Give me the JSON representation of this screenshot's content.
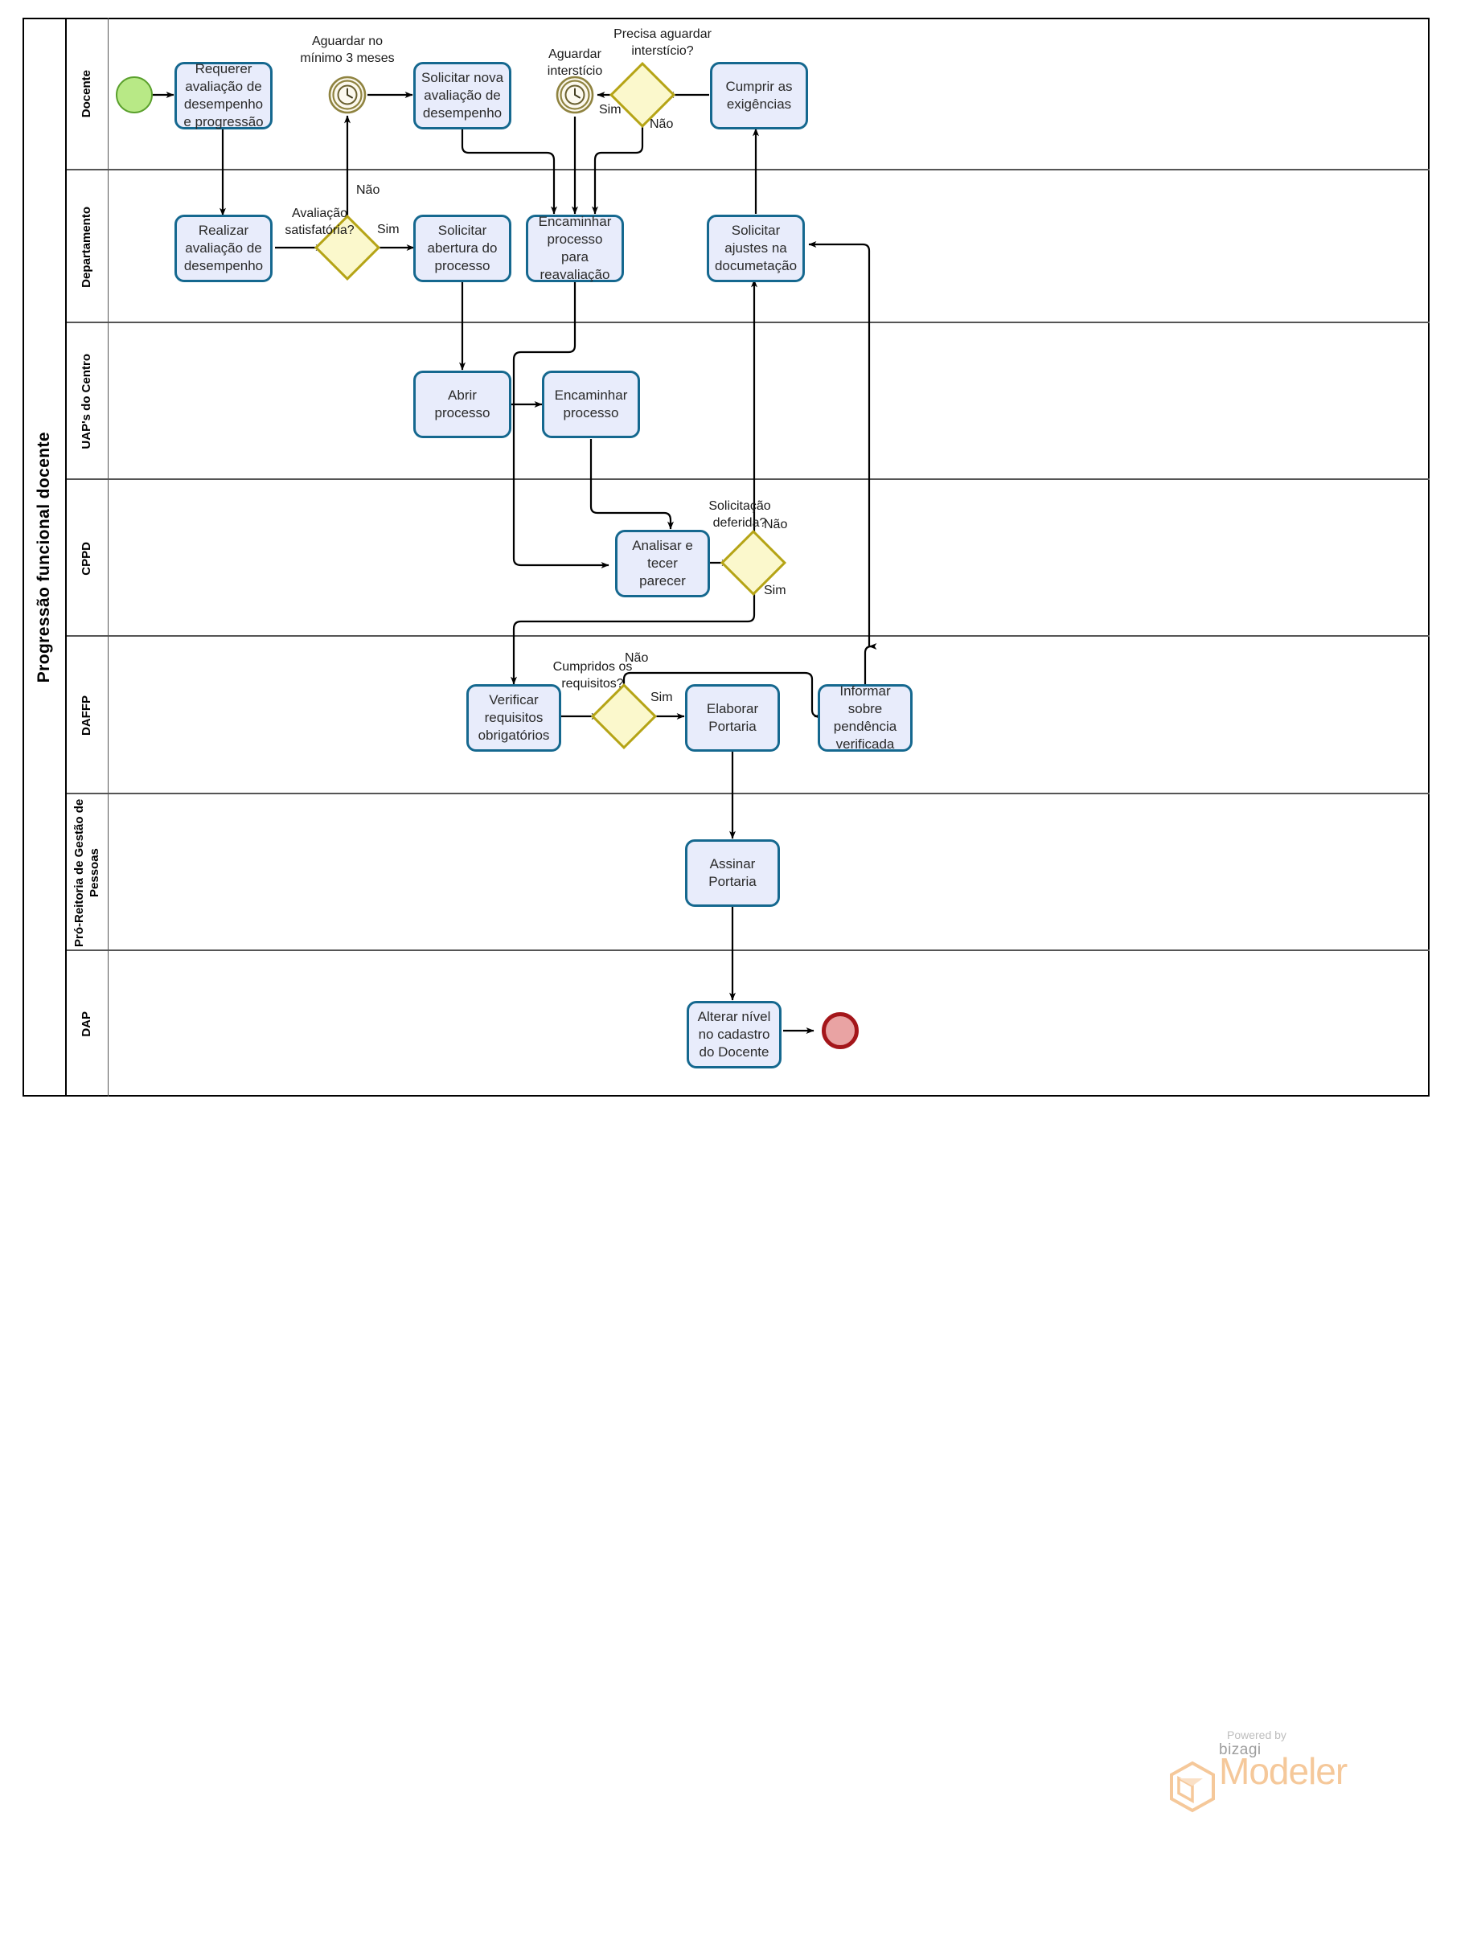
{
  "diagram": {
    "pool_title": "Progressão funcional docente",
    "tool_credit": {
      "powered_by": "Powered by",
      "brand": "bizagi",
      "product": "Modeler"
    },
    "colors": {
      "task_fill": "#e8ecfb",
      "task_border": "#15688f",
      "gateway_fill": "#fbf8cc",
      "gateway_border": "#b5a416",
      "start_event": "#b8e986",
      "end_event": "#a4161a",
      "timer_event": "#8f8340",
      "lane_border": "#555555"
    }
  },
  "lanes": [
    {
      "id": "docente",
      "label": "Docente"
    },
    {
      "id": "departamento",
      "label": "Departamento"
    },
    {
      "id": "uaps",
      "label": "UAP's do Centro"
    },
    {
      "id": "cppd",
      "label": "CPPD"
    },
    {
      "id": "daffp",
      "label": "DAFFP"
    },
    {
      "id": "progep",
      "label": "Pró-Reitoria de Gestão de Pessoas"
    },
    {
      "id": "dap",
      "label": "DAP"
    }
  ],
  "tasks": [
    {
      "id": "t1",
      "lane": "docente",
      "label": "Requerer avaliação de desempenho e progressão"
    },
    {
      "id": "t2",
      "lane": "docente",
      "label": "Solicitar nova avaliação de desempenho"
    },
    {
      "id": "t3",
      "lane": "docente",
      "label": "Cumprir as exigências"
    },
    {
      "id": "t4",
      "lane": "departamento",
      "label": "Realizar avaliação de desempenho"
    },
    {
      "id": "t5",
      "lane": "departamento",
      "label": "Solicitar abertura do processo"
    },
    {
      "id": "t6",
      "lane": "departamento",
      "label": "Encaminhar processo para reavaliação"
    },
    {
      "id": "t7",
      "lane": "departamento",
      "label": "Solicitar ajustes na documetação"
    },
    {
      "id": "t8",
      "lane": "uaps",
      "label": "Abrir processo"
    },
    {
      "id": "t9",
      "lane": "uaps",
      "label": "Encaminhar processo"
    },
    {
      "id": "t10",
      "lane": "cppd",
      "label": "Analisar e tecer parecer"
    },
    {
      "id": "t11",
      "lane": "daffp",
      "label": "Verificar requisitos obrigatórios"
    },
    {
      "id": "t12",
      "lane": "daffp",
      "label": "Elaborar Portaria"
    },
    {
      "id": "t13",
      "lane": "daffp",
      "label": "Informar sobre pendência verificada"
    },
    {
      "id": "t14",
      "lane": "progep",
      "label": "Assinar Portaria"
    },
    {
      "id": "t15",
      "lane": "dap",
      "label": "Alterar nível no cadastro do Docente"
    }
  ],
  "gateways": [
    {
      "id": "g1",
      "lane": "docente",
      "label": "Precisa aguardar interstício?"
    },
    {
      "id": "g2",
      "lane": "departamento",
      "label": "Avaliação satisfatória?"
    },
    {
      "id": "g3",
      "lane": "cppd",
      "label": "Solicitação deferida?"
    },
    {
      "id": "g4",
      "lane": "daffp",
      "label": "Cumpridos os requisitos?"
    }
  ],
  "events": [
    {
      "id": "e_start",
      "type": "start-event",
      "lane": "docente",
      "label": ""
    },
    {
      "id": "e_timer1",
      "type": "timer-event",
      "lane": "docente",
      "label": "Aguardar no mínimo 3 meses"
    },
    {
      "id": "e_timer2",
      "type": "timer-event",
      "lane": "docente",
      "label": "Aguardar interstício"
    },
    {
      "id": "e_end",
      "type": "end-event",
      "lane": "dap",
      "label": ""
    }
  ],
  "flow_labels": [
    {
      "id": "f1",
      "text": "Não",
      "from": "g2",
      "to": "e_timer1"
    },
    {
      "id": "f2",
      "text": "Sim",
      "from": "g2",
      "to": "t5"
    },
    {
      "id": "f3",
      "text": "Sim",
      "from": "g1",
      "to": "e_timer2"
    },
    {
      "id": "f4",
      "text": "Não",
      "from": "g1",
      "to": "t6"
    },
    {
      "id": "f5",
      "text": "Não",
      "from": "g3",
      "to": "t7"
    },
    {
      "id": "f6",
      "text": "Sim",
      "from": "g3",
      "to": "t11"
    },
    {
      "id": "f7",
      "text": "Não",
      "from": "g4",
      "to": "t13"
    },
    {
      "id": "f8",
      "text": "Sim",
      "from": "g4",
      "to": "t12"
    }
  ]
}
